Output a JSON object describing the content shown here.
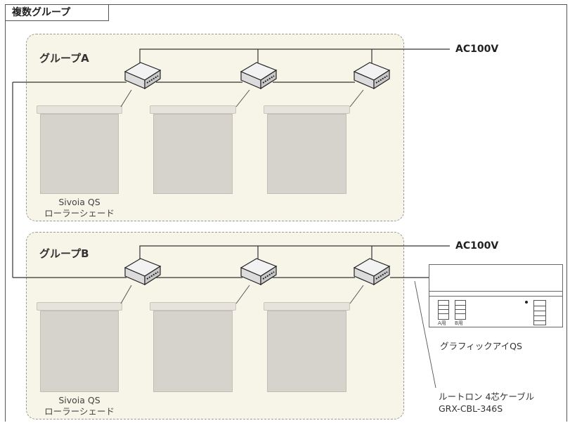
{
  "title": "複数グループ",
  "groups": [
    {
      "name": "グループA",
      "power": "AC100V",
      "product_line1": "Sivoia QS",
      "product_line2": "ローラーシェード"
    },
    {
      "name": "グループB",
      "power": "AC100V",
      "product_line1": "Sivoia QS",
      "product_line2": "ローラーシェード"
    }
  ],
  "keypad": {
    "label": "グラフィックアイQS",
    "sub_a": "A用",
    "sub_b": "B用"
  },
  "cable": {
    "line1": "ルートロン 4芯ケーブル",
    "line2": "GRX-CBL-346S"
  }
}
